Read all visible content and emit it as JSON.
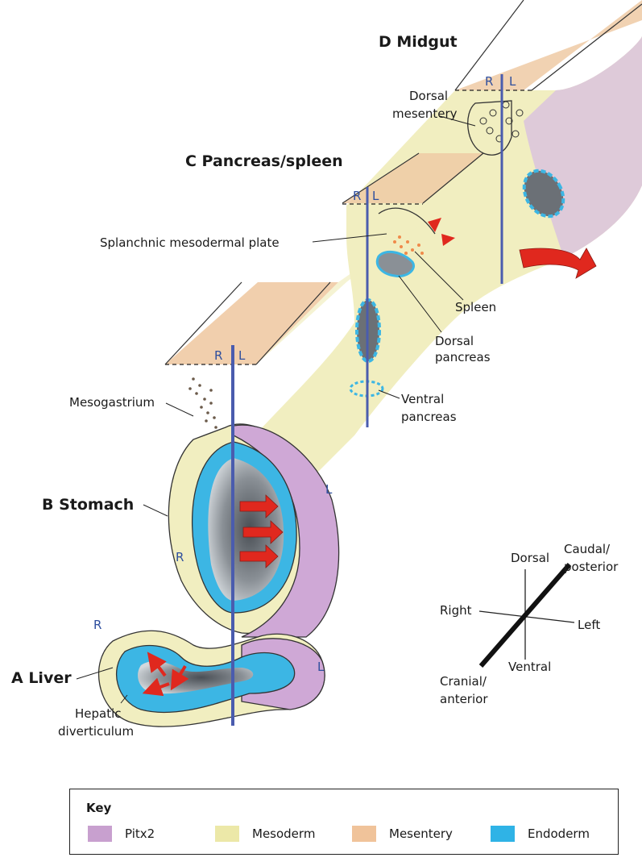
{
  "panels": {
    "d": {
      "title": "D  Midgut"
    },
    "c": {
      "title": "C  Pancreas/spleen"
    },
    "b": {
      "title": "B  Stomach"
    },
    "a": {
      "title": "A  Liver"
    }
  },
  "side_letters": {
    "right": "R",
    "left": "L"
  },
  "labels": {
    "dorsal_mesentery_1": "Dorsal",
    "dorsal_mesentery_2": "mesentery",
    "splanchnic": "Splanchnic mesodermal plate",
    "spleen": "Spleen",
    "dorsal_pancreas_1": "Dorsal",
    "dorsal_pancreas_2": "pancreas",
    "ventral_pancreas_1": "Ventral",
    "ventral_pancreas_2": "pancreas",
    "mesogastrium": "Mesogastrium",
    "hepatic_1": "Hepatic",
    "hepatic_2": "diverticulum"
  },
  "axes": {
    "dorsal": "Dorsal",
    "ventral": "Ventral",
    "right": "Right",
    "left": "Left",
    "caudal_1": "Caudal/",
    "caudal_2": "posterior",
    "cranial_1": "Cranial/",
    "cranial_2": "anterior"
  },
  "key": {
    "title": "Key",
    "items": [
      {
        "label": "Pitx2",
        "color": "#c8a0cf"
      },
      {
        "label": "Mesoderm",
        "color": "#ece8a8"
      },
      {
        "label": "Mesentery",
        "color": "#f0c39a"
      },
      {
        "label": "Endoderm",
        "color": "#2fb3e6"
      }
    ]
  },
  "colors": {
    "pitx2": "#cfa8d6",
    "mesoderm": "#f1eec0",
    "mesentery": "#efcaa4",
    "endoderm": "#3cb6e4",
    "midline": "#4a5cae",
    "arrow": "#e0281e",
    "lumen": "#8a9096"
  }
}
